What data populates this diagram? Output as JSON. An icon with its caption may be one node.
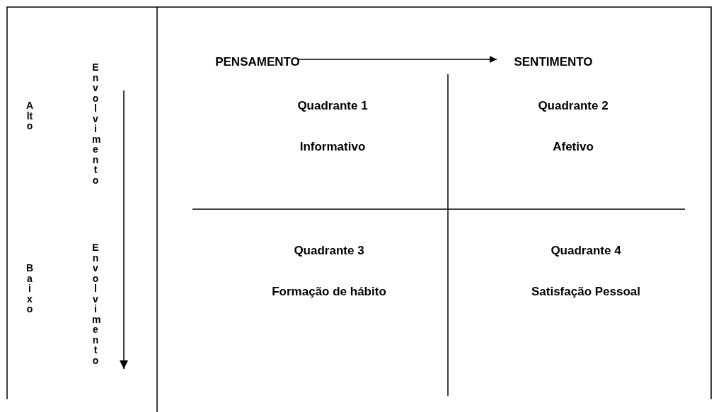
{
  "diagram": {
    "nodes": [
      {
        "text": [
          "PENSAMENTO"
        ]
      },
      {
        "text": [
          "SENTIMENTO"
        ]
      },
      {
        "text": [
          "Quadrante 1",
          "Informativo"
        ]
      },
      {
        "text": [
          "Quadrante 2",
          "Afetivo"
        ]
      },
      {
        "text": [
          "Quadrante 3",
          "Formação de hábito"
        ]
      },
      {
        "text": [
          "Quadrante 4",
          "Satisfação Pessoal"
        ]
      }
    ],
    "edges": [
      {
        "from": 0,
        "to": 1,
        "arrow": "to"
      }
    ],
    "labels": [
      "Alto",
      "Envolvimento",
      "Baixo",
      "Envolvimento"
    ]
  }
}
